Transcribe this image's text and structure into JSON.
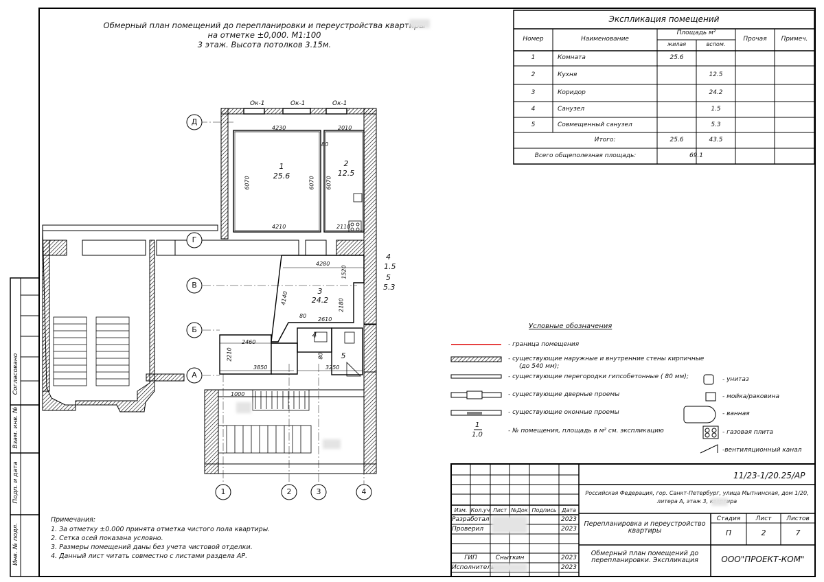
{
  "title": {
    "line1": "Обмерный план помещений до перепланировки и переустройства квартиры",
    "line2": "на отметке ±0,000. М1:100",
    "line3": "3 этаж. Высота потолков 3.15м."
  },
  "explication": {
    "title": "Экспликация помещений",
    "col_number": "Номер",
    "col_name": "Наименование",
    "col_area": "Площадь м²",
    "col_living": "жилая",
    "col_aux": "вспом.",
    "col_other": "Прочая",
    "col_note": "Примеч.",
    "rows": [
      {
        "num": "1",
        "name": "Комната",
        "living": "25.6",
        "aux": ""
      },
      {
        "num": "2",
        "name": "Кухня",
        "living": "",
        "aux": "12.5"
      },
      {
        "num": "3",
        "name": "Коридор",
        "living": "",
        "aux": "24.2"
      },
      {
        "num": "4",
        "name": "Санузел",
        "living": "",
        "aux": "1.5"
      },
      {
        "num": "5",
        "name": "Совмещенный санузел",
        "living": "",
        "aux": "5.3"
      }
    ],
    "total_label": "Итого:",
    "total_living": "25.6",
    "total_aux": "43.5",
    "grand_label": "Всего общеполезная площадь:",
    "grand_value": "69.1"
  },
  "plan": {
    "windows": [
      "Ок-1",
      "Ок-1",
      "Ок-1"
    ],
    "axes_letters": [
      "Д",
      "Г",
      "В",
      "Б",
      "А"
    ],
    "axes_numbers": [
      "1",
      "2",
      "3",
      "4"
    ],
    "dims": {
      "d4230": "4230",
      "d2010": "2010",
      "d80a": "80",
      "d6070a": "6070",
      "d6070b": "6070",
      "d6070c": "6070",
      "d4210": "4210",
      "d2110": "2110",
      "d4280": "4280",
      "d1520": "1520",
      "d4140": "4140",
      "d2180": "2180",
      "d80b": "80",
      "d2610": "2610",
      "d2460": "2460",
      "d2210": "2210",
      "d3850": "3850",
      "d3250": "3250",
      "d80c": "80",
      "d1000": "1000"
    },
    "rooms": [
      {
        "num": "1",
        "area": "25.6"
      },
      {
        "num": "2",
        "area": "12.5"
      },
      {
        "num": "3",
        "area": "24.2"
      },
      {
        "num": "4",
        "area": ""
      },
      {
        "num": "5",
        "area": ""
      }
    ],
    "side_marks": {
      "n4": "4",
      "a4": "1.5",
      "n5": "5",
      "a5": "5.3"
    }
  },
  "legend": {
    "title": "Условные обозначения",
    "items": [
      "- граница помещения",
      "- существующие наружные и внутренние стены кирпичные",
      "(до 540 мм);",
      "- существующие перегородки гипсобетонные ( 80 мм);",
      "- существующие дверные проемы",
      "- существующие оконные проемы",
      "- № помещения, площадь в м² см. экспликацию"
    ],
    "sample_num": "1",
    "sample_area": "1,0",
    "right_items": [
      "- унитаз",
      "- мойка/раковина",
      "- ванная",
      "- газовая плита",
      "-вентиляционный канал"
    ]
  },
  "notes": {
    "title": "Примечания:",
    "items": [
      "1.  За отметку ±0.000 принята отметка чистого пола квартиры.",
      "2.  Сетка осей показана условно.",
      "3.  Размеры помещений даны без учета чистовой отделки.",
      "4.  Данный лист читать совместно с листами раздела АР."
    ]
  },
  "sidebar": [
    "Согласовано",
    "Взам. инв. №",
    "Подп. и дата",
    "Инв. № подл."
  ],
  "stamp": {
    "code": "11/23-1/20.25/АР",
    "address1": "Российская Федерация, гор. Санкт-Петербург, улица Мытнинская, дом 1/20,",
    "address2": "литера А, этаж 3, квартира",
    "h_izm": "Изм.",
    "h_kol": "Кол.уч",
    "h_list": "Лист",
    "h_ndok": "№Док",
    "h_podp": "Подпись",
    "h_data": "Дата",
    "r1": "Разработал",
    "r2": "Проверил",
    "r3": "ГИП",
    "r4": "Исполнитель",
    "gip_name": "Сныткин",
    "year": "2023",
    "project": "Перепланировка и переустройство квартиры",
    "stage_h": "Стадия",
    "sheet_h": "Лист",
    "sheets_h": "Листов",
    "stage": "П",
    "sheet": "2",
    "sheets": "7",
    "sheet_title": "Обмерный план помещений до перепланировки. Экспликация",
    "company": "ООО\"ПРОЕКТ-КОМ\""
  }
}
